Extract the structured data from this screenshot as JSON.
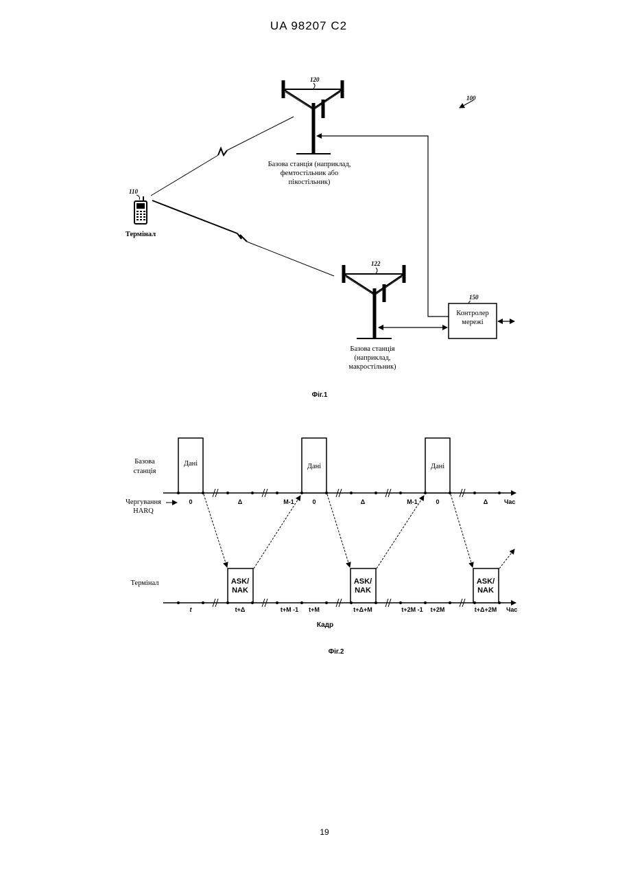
{
  "header": {
    "patent_number": "UA   98207   C2"
  },
  "fig1": {
    "system_ref": "100",
    "femto_station": {
      "ref": "120",
      "label_lines": [
        "Базова станція (наприклад,",
        "фемтостільник або",
        "пікостільник)"
      ]
    },
    "macro_station": {
      "ref": "122",
      "label_lines": [
        "Базова станція",
        "(наприклад,",
        "макростільник)"
      ]
    },
    "terminal": {
      "ref": "110",
      "label": "Термінал"
    },
    "controller": {
      "ref": "150",
      "label_lines": [
        "Контролер",
        "мережі"
      ]
    },
    "caption": "Фіг.1"
  },
  "fig2": {
    "base_station_lines": [
      "Базова",
      "станція"
    ],
    "harq_lines": [
      "Чергування",
      "HARQ"
    ],
    "terminal_label": "Термінал",
    "data_label": "Дані",
    "ack_lines": [
      "ASK/",
      "NAK"
    ],
    "time_label": "Час",
    "frame_label": "Кадр",
    "top_ticks": [
      "0",
      "Δ",
      "M-1",
      "0",
      "Δ",
      "M-1",
      "0",
      "Δ"
    ],
    "bottom_ticks": [
      "t",
      "t+Δ",
      "t+M -1",
      "t+M",
      "t+Δ+M",
      "t+2M -1",
      "t+2M",
      "t+Δ+2M"
    ],
    "caption": "Фіг.2"
  },
  "footer": {
    "page_number": "19"
  }
}
